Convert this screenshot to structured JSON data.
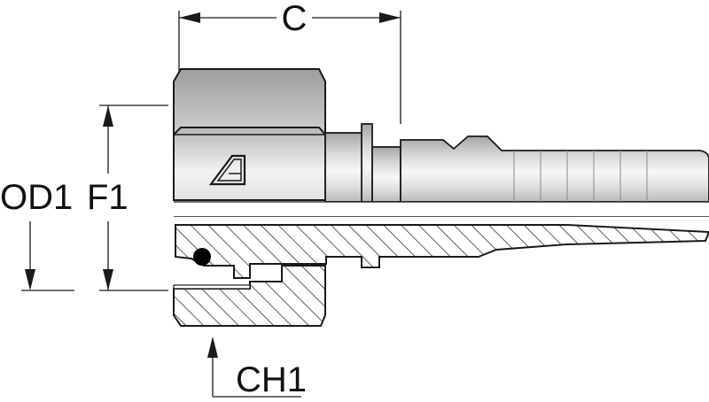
{
  "labels": {
    "c": "C",
    "od1": "OD1",
    "f1": "F1",
    "ch1": "CH1"
  },
  "colors": {
    "metal_light": "#ececec",
    "metal_mid": "#c9c9c9",
    "metal_dark": "#8f8f8f",
    "outline": "#1a1a1a"
  },
  "icons": {
    "logo": "brand-logo-icon",
    "oring": "o-ring-icon"
  }
}
